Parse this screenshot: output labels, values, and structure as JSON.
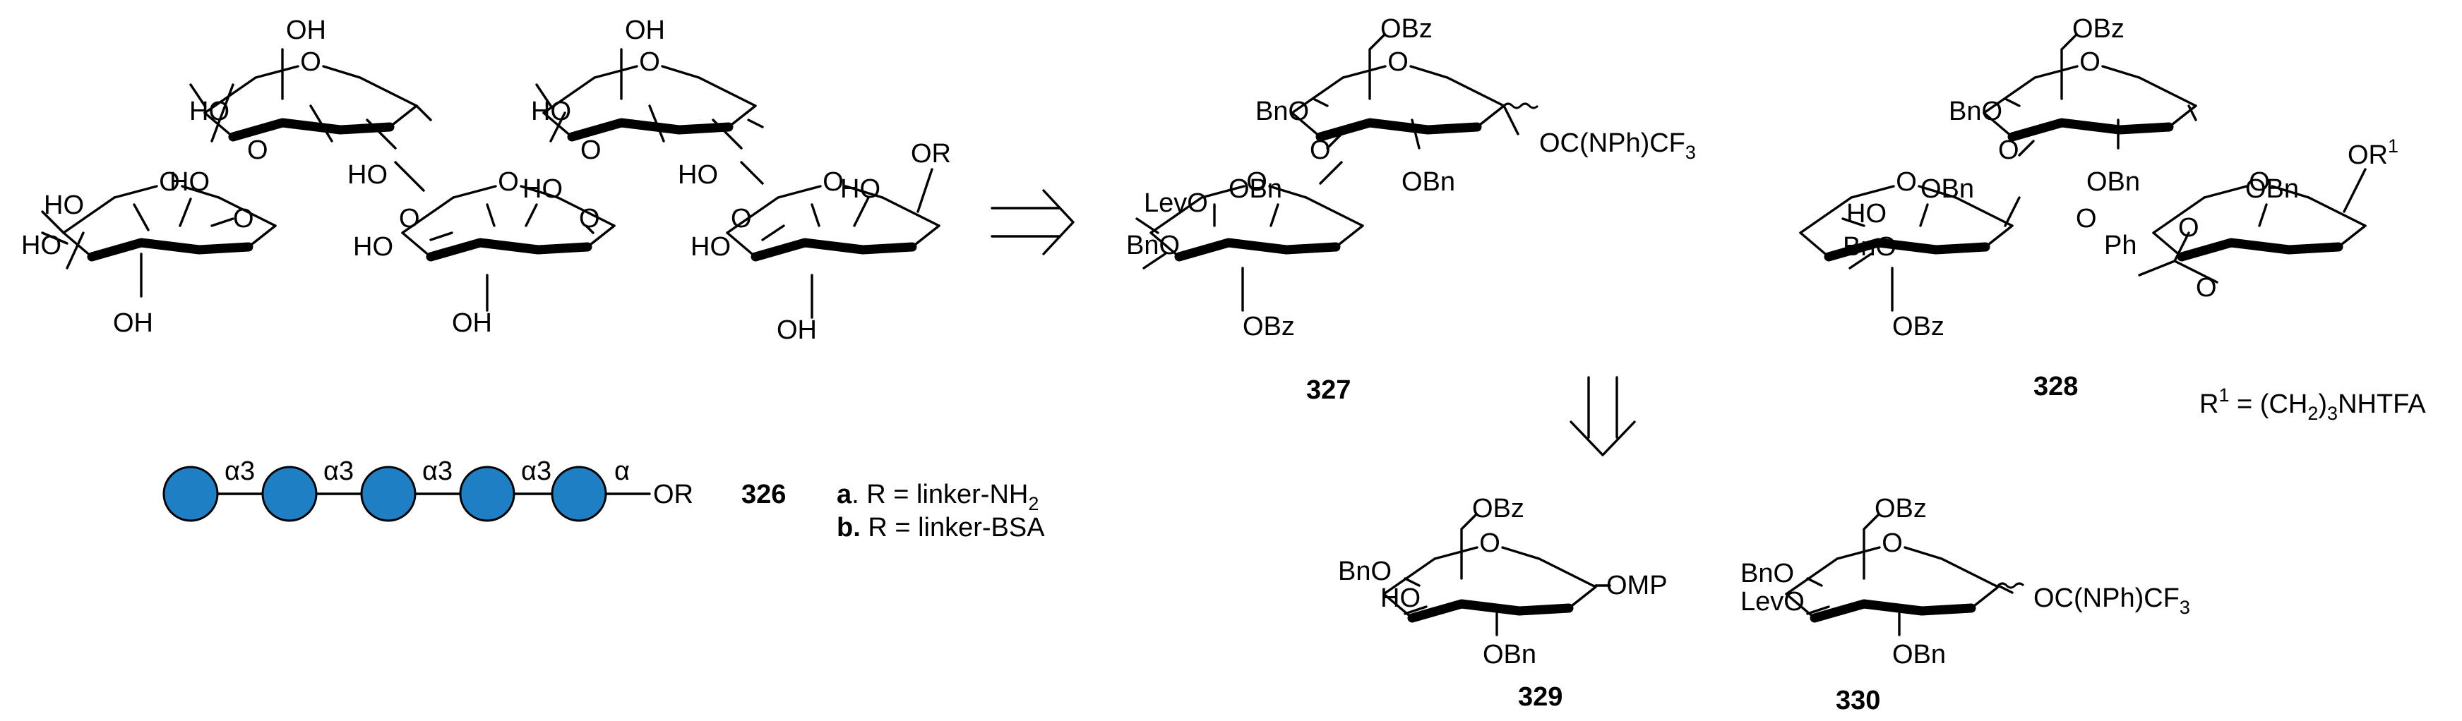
{
  "labels": {
    "oh": "OH",
    "ho": "HO",
    "o": "O",
    "or": "OR",
    "obz": "OBz",
    "obn": "OBn",
    "bno": "BnO",
    "levo": "LevO",
    "ph": "Ph",
    "omp": "OMP",
    "r1": "R",
    "sup1": "1",
    "trichloro_pre": "OC(NPh)CF",
    "trichloro_sub": "3",
    "linkage_a3": "α3",
    "linkage_a": "α",
    "r1_def_pre": "R",
    "r1_def_mid": " = (CH",
    "r1_def_sub2": "2",
    "r1_def_close": ")",
    "r1_def_sub3": "3",
    "r1_def_end": "NHTFA"
  },
  "compounds": {
    "c326": "326",
    "c327": "327",
    "c328": "328",
    "c329": "329",
    "c330": "330"
  },
  "legend": {
    "a_bold": "a",
    "a_text": ". R = linker-NH",
    "a_sub": "2",
    "b_bold": "b.",
    "b_text": " R = linker-BSA"
  },
  "colors": {
    "sugar_fill": "#1f7fc4",
    "sugar_stroke": "#000000"
  }
}
